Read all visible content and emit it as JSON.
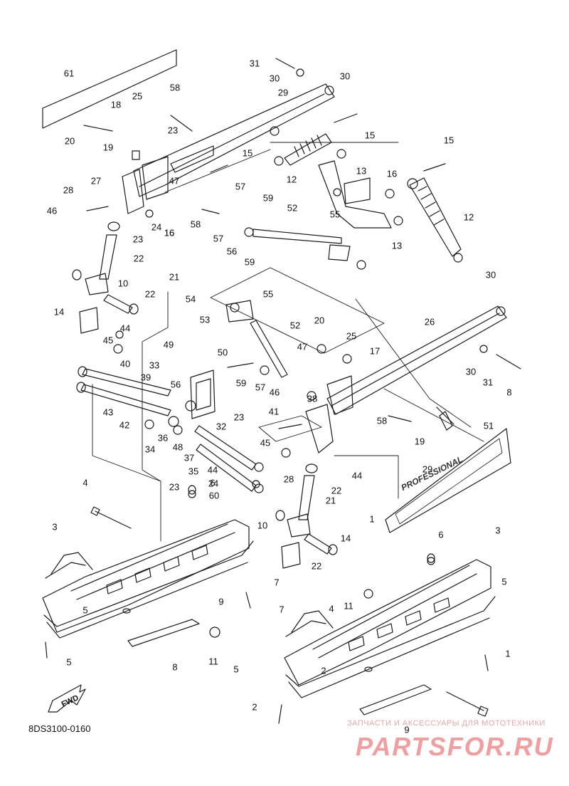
{
  "diagram": {
    "code": "8DS3100-0160",
    "fwd_label": "FWD",
    "decal_text": "PROFESSIONAL",
    "watermark": {
      "subtitle": "ЗАПЧАСТИ И АКСЕССУАРЫ ДЛЯ МОТОТЕХНИКИ",
      "logo": "PARTSFOR.RU"
    },
    "callouts": [
      "61",
      "31",
      "30",
      "29",
      "30",
      "25",
      "58",
      "18",
      "20",
      "19",
      "23",
      "16",
      "15",
      "12",
      "13",
      "15",
      "27",
      "47",
      "28",
      "46",
      "24",
      "23",
      "16",
      "58",
      "57",
      "59",
      "57",
      "56",
      "52",
      "55",
      "59",
      "15",
      "16",
      "12",
      "13",
      "22",
      "21",
      "10",
      "22",
      "14",
      "30",
      "26",
      "54",
      "55",
      "53",
      "52",
      "20",
      "25",
      "17",
      "44",
      "45",
      "49",
      "50",
      "59",
      "57",
      "47",
      "38",
      "40",
      "39",
      "33",
      "56",
      "46",
      "41",
      "43",
      "42",
      "36",
      "48",
      "32",
      "23",
      "58",
      "19",
      "51",
      "34",
      "37",
      "35",
      "44",
      "45",
      "24",
      "28",
      "44",
      "6",
      "60",
      "29",
      "30",
      "31",
      "8",
      "4",
      "23",
      "22",
      "21",
      "1",
      "3",
      "10",
      "22",
      "14",
      "7",
      "5",
      "9",
      "11",
      "4",
      "6",
      "3",
      "5",
      "1",
      "7",
      "2",
      "9",
      "11",
      "5",
      "5",
      "2",
      "8"
    ]
  }
}
